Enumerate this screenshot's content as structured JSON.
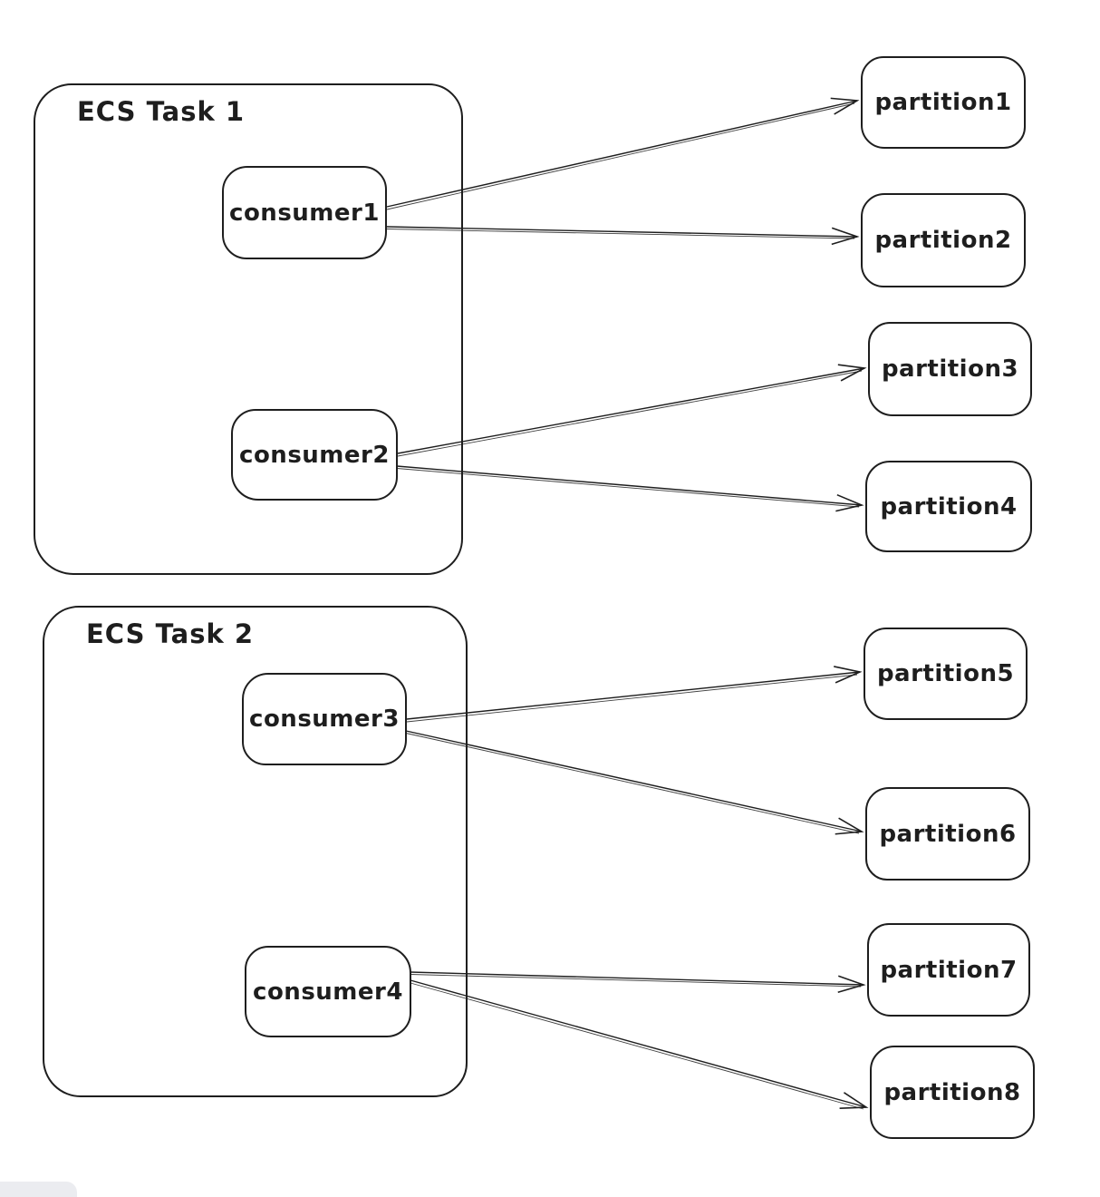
{
  "diagram": {
    "tasks": [
      {
        "label": "ECS Task 1",
        "consumers": [
          {
            "label": "consumer1"
          },
          {
            "label": "consumer2"
          }
        ]
      },
      {
        "label": "ECS Task 2",
        "consumers": [
          {
            "label": "consumer3"
          },
          {
            "label": "consumer4"
          }
        ]
      }
    ],
    "partitions": [
      {
        "label": "partition1"
      },
      {
        "label": "partition2"
      },
      {
        "label": "partition3"
      },
      {
        "label": "partition4"
      },
      {
        "label": "partition5"
      },
      {
        "label": "partition6"
      },
      {
        "label": "partition7"
      },
      {
        "label": "partition8"
      }
    ],
    "edges": [
      {
        "from": "consumer1",
        "to": "partition1"
      },
      {
        "from": "consumer1",
        "to": "partition2"
      },
      {
        "from": "consumer2",
        "to": "partition3"
      },
      {
        "from": "consumer2",
        "to": "partition4"
      },
      {
        "from": "consumer3",
        "to": "partition5"
      },
      {
        "from": "consumer3",
        "to": "partition6"
      },
      {
        "from": "consumer4",
        "to": "partition7"
      },
      {
        "from": "consumer4",
        "to": "partition8"
      }
    ],
    "colors": {
      "stroke": "#1e1e1e",
      "background": "#ffffff",
      "island": "#ebecf0"
    }
  }
}
